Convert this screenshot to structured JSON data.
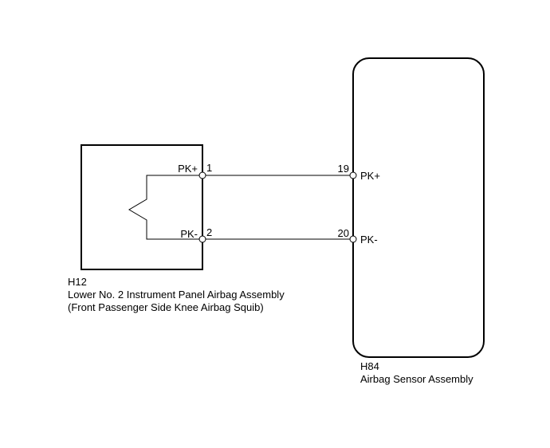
{
  "left_component": {
    "connector_code": "H12",
    "name_line1": "Lower No. 2 Instrument Panel Airbag Assembly",
    "name_line2": "(Front Passenger Side Knee Airbag Squib)",
    "pins": [
      {
        "label": "PK+",
        "number": "1"
      },
      {
        "label": "PK-",
        "number": "2"
      }
    ]
  },
  "right_component": {
    "connector_code": "H84",
    "name": "Airbag Sensor Assembly",
    "pins": [
      {
        "label": "PK+",
        "number": "19"
      },
      {
        "label": "PK-",
        "number": "20"
      }
    ]
  }
}
